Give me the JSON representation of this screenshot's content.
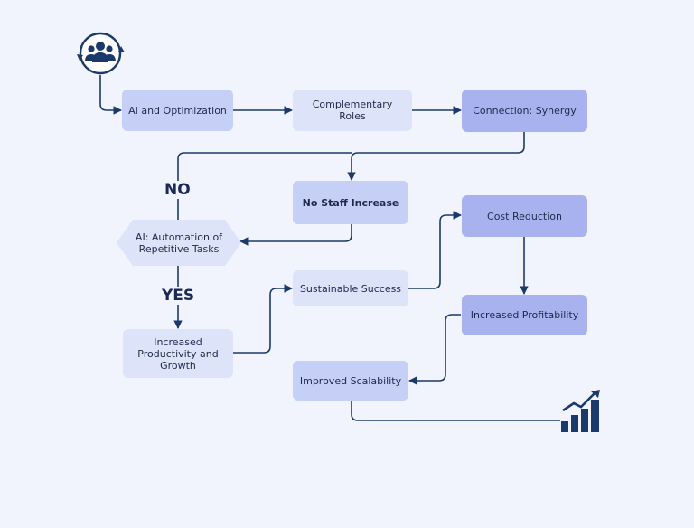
{
  "colors": {
    "background": "#f1f4fd",
    "line": "#1b3a6b",
    "box_light": "#dde4fa",
    "box_mid": "#c6d0f7",
    "box_dark": "#a8b2ef",
    "icon": "#1b3a6b"
  },
  "icons": {
    "start": "team-cycle-icon",
    "end": "growth-chart-icon"
  },
  "nodes": {
    "ai_optimization": "AI and Optimization",
    "complementary_roles": "Complementary Roles",
    "connection_synergy": "Connection: Synergy",
    "no_staff_increase": "No Staff Increase",
    "ai_automation": "AI: Automation of Repetitive Tasks",
    "increased_productivity": "Increased Productivity and Growth",
    "sustainable_success": "Sustainable Success",
    "cost_reduction": "Cost Reduction",
    "increased_profitability": "Increased Profitability",
    "improved_scalability": "Improved Scalability"
  },
  "branch_labels": {
    "no": "NO",
    "yes": "YES"
  }
}
